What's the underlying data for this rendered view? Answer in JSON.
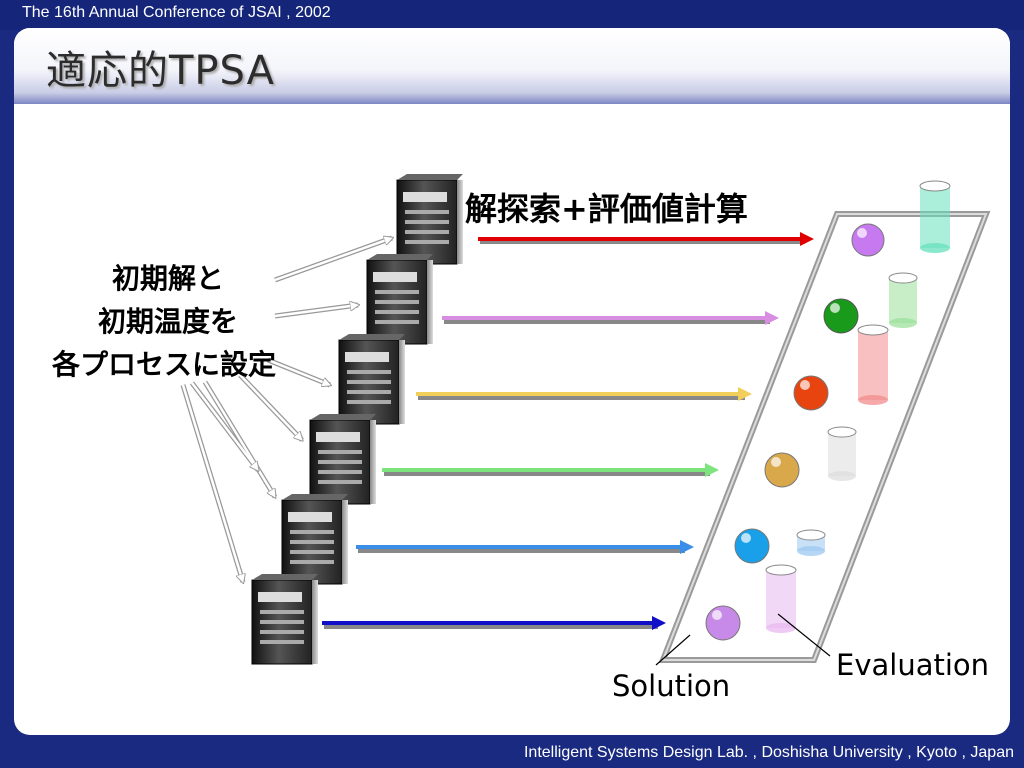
{
  "header": {
    "conference": "The 16th Annual Conference of JSAI , 2002"
  },
  "slide": {
    "title": "適応的TPSA"
  },
  "footer": {
    "text": "Intelligent Systems Design Lab. , Doshisha University , Kyoto , Japan"
  },
  "diagram": {
    "left_label_lines": [
      "初期解と",
      "初期温度を",
      "各プロセスに設定"
    ],
    "arrow_label": "解探索+評価値計算",
    "solution_label": "Solution",
    "evaluation_label": "Evaluation",
    "process_arrow_colors": [
      "#e00000",
      "#d88ee0",
      "#f2cf5a",
      "#7ee57e",
      "#3a8ee8",
      "#1010c8"
    ],
    "solution_colors": [
      "#c77af0",
      "#1a9a1a",
      "#e84410",
      "#d9a84a",
      "#1aa0e8",
      "#c88ae8"
    ],
    "evaluation_colors": [
      "#66e0bb",
      "#9be09b",
      "#f28c8c",
      "#dddddd",
      "#9cc8f0",
      "#e8b8f0"
    ]
  }
}
